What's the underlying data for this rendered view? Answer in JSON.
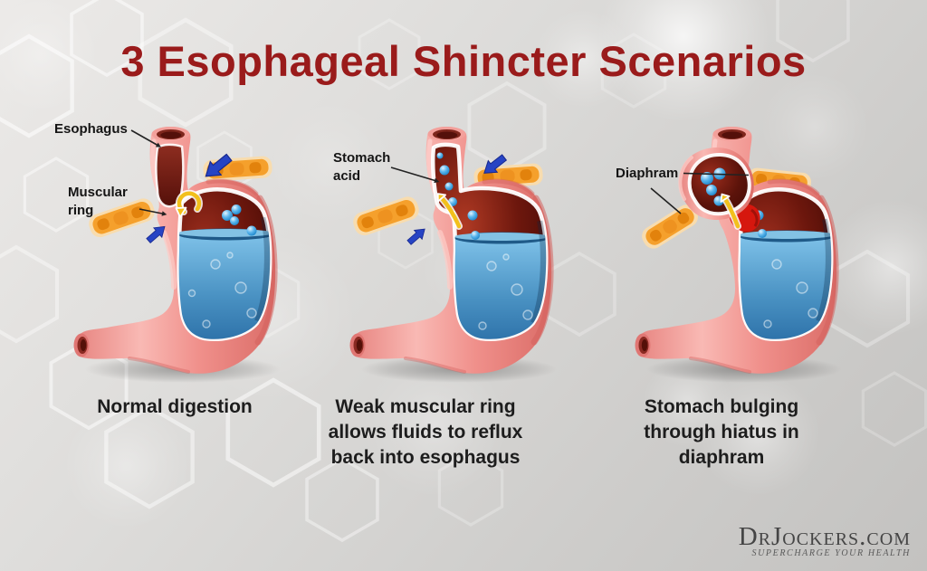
{
  "title": "3 Esophageal Shincter Scenarios",
  "panels": [
    {
      "caption": "Normal digestion",
      "labels": {
        "esophagus": "Esophagus",
        "muscular_ring": "Muscular\nring"
      }
    },
    {
      "caption": "Weak muscular ring\nallows fluids to reflux\nback into esophagus",
      "labels": {
        "stomach_acid": "Stomach\nacid"
      }
    },
    {
      "caption": "Stomach bulging\nthrough hiatus in\ndiaphram",
      "labels": {
        "diaphragm": "Diaphram"
      }
    }
  ],
  "logo": {
    "brand": "DrJockers.com",
    "tagline": "SUPERCHARGE YOUR HEALTH"
  },
  "colors": {
    "title_red": "#9a1b1b",
    "stomach_pink": "#f0908b",
    "interior_maroon": "#5c130a",
    "fluid_blue": "#4a92c3",
    "acid_bubble_blue": "#35a0e0",
    "diaphragm_orange": "#f5a02c",
    "pressure_arrow_blue": "#2744c4",
    "reflux_arrow_yellow": "#f2c01c"
  }
}
